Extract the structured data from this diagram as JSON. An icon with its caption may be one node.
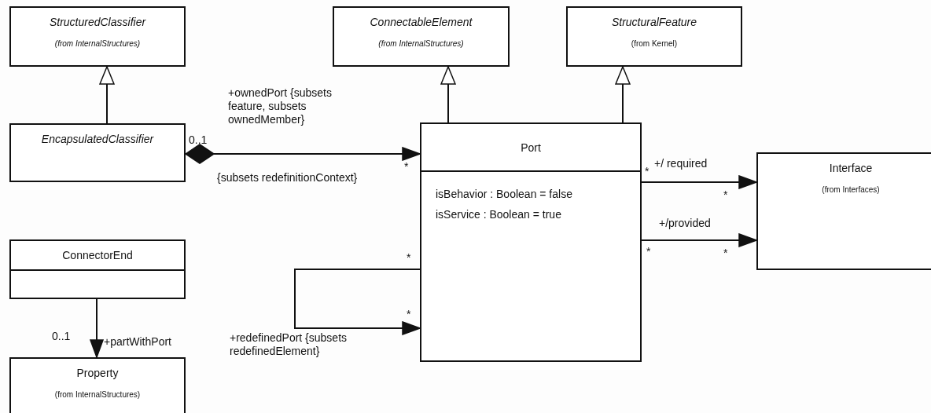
{
  "diagram": {
    "nodes": [
      {
        "text": [
          "StructuredClassifier",
          "(from InternalStructures)"
        ]
      },
      {
        "text": [
          "ConnectableElement",
          "(from InternalStructures)"
        ]
      },
      {
        "text": [
          "StructuralFeature",
          "(from Kernel)"
        ]
      },
      {
        "text": [
          "EncapsulatedClassifier"
        ]
      },
      {
        "text": [
          "Port",
          "isBehavior : Boolean = false",
          "isService : Boolean = true"
        ]
      },
      {
        "text": [
          "Interface",
          "(from Interfaces)"
        ]
      },
      {
        "text": [
          "ConnectorEnd"
        ]
      },
      {
        "text": [
          "Property",
          "(from InternalStructures)"
        ]
      }
    ],
    "edges": [
      {
        "from": 3,
        "to": 0,
        "arrow": "to"
      },
      {
        "from": 4,
        "to": 1,
        "arrow": "to"
      },
      {
        "from": 4,
        "to": 2,
        "arrow": "to"
      },
      {
        "from": 3,
        "to": 4,
        "arrow": "to",
        "label": "+ownedPort {subsets feature, subsets ownedMember}"
      },
      {
        "from": 4,
        "to": 5,
        "arrow": "to",
        "label": "+/ required"
      },
      {
        "from": 4,
        "to": 5,
        "arrow": "to",
        "label": "+/provided"
      },
      {
        "from": 4,
        "to": 4,
        "arrow": "to",
        "label": "+redefinedPort {subsets redefinedElement}"
      },
      {
        "from": 6,
        "to": 7,
        "arrow": "to",
        "label": "+partWithPort"
      }
    ],
    "labels": [
      "0..1",
      "*",
      "{subsets redefinitionContext}",
      "*",
      "*",
      "*",
      "*",
      "*",
      "*",
      "0..1"
    ]
  }
}
